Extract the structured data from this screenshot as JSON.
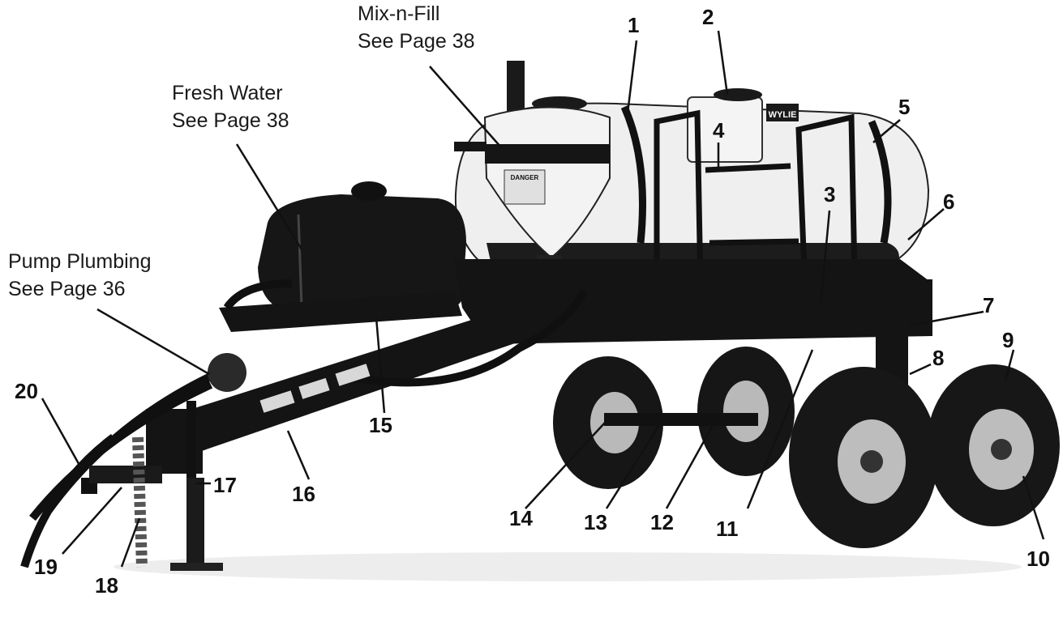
{
  "callouts": {
    "mix_n_fill": {
      "line1": "Mix-n-Fill",
      "line2": "See Page 38"
    },
    "fresh_water": {
      "line1": "Fresh Water",
      "line2": "See Page 38"
    },
    "pump_plumbing": {
      "line1": "Pump Plumbing",
      "line2": "See Page 36"
    }
  },
  "part_numbers": [
    "1",
    "2",
    "3",
    "4",
    "5",
    "6",
    "7",
    "8",
    "9",
    "10",
    "11",
    "12",
    "13",
    "14",
    "15",
    "16",
    "17",
    "18",
    "19",
    "20"
  ],
  "decals": {
    "danger": "DANGER",
    "brand": "WYLIE"
  },
  "colors": {
    "background": "#ffffff",
    "equipment": "#141414",
    "tank": "#efefef",
    "text": "#111111"
  }
}
